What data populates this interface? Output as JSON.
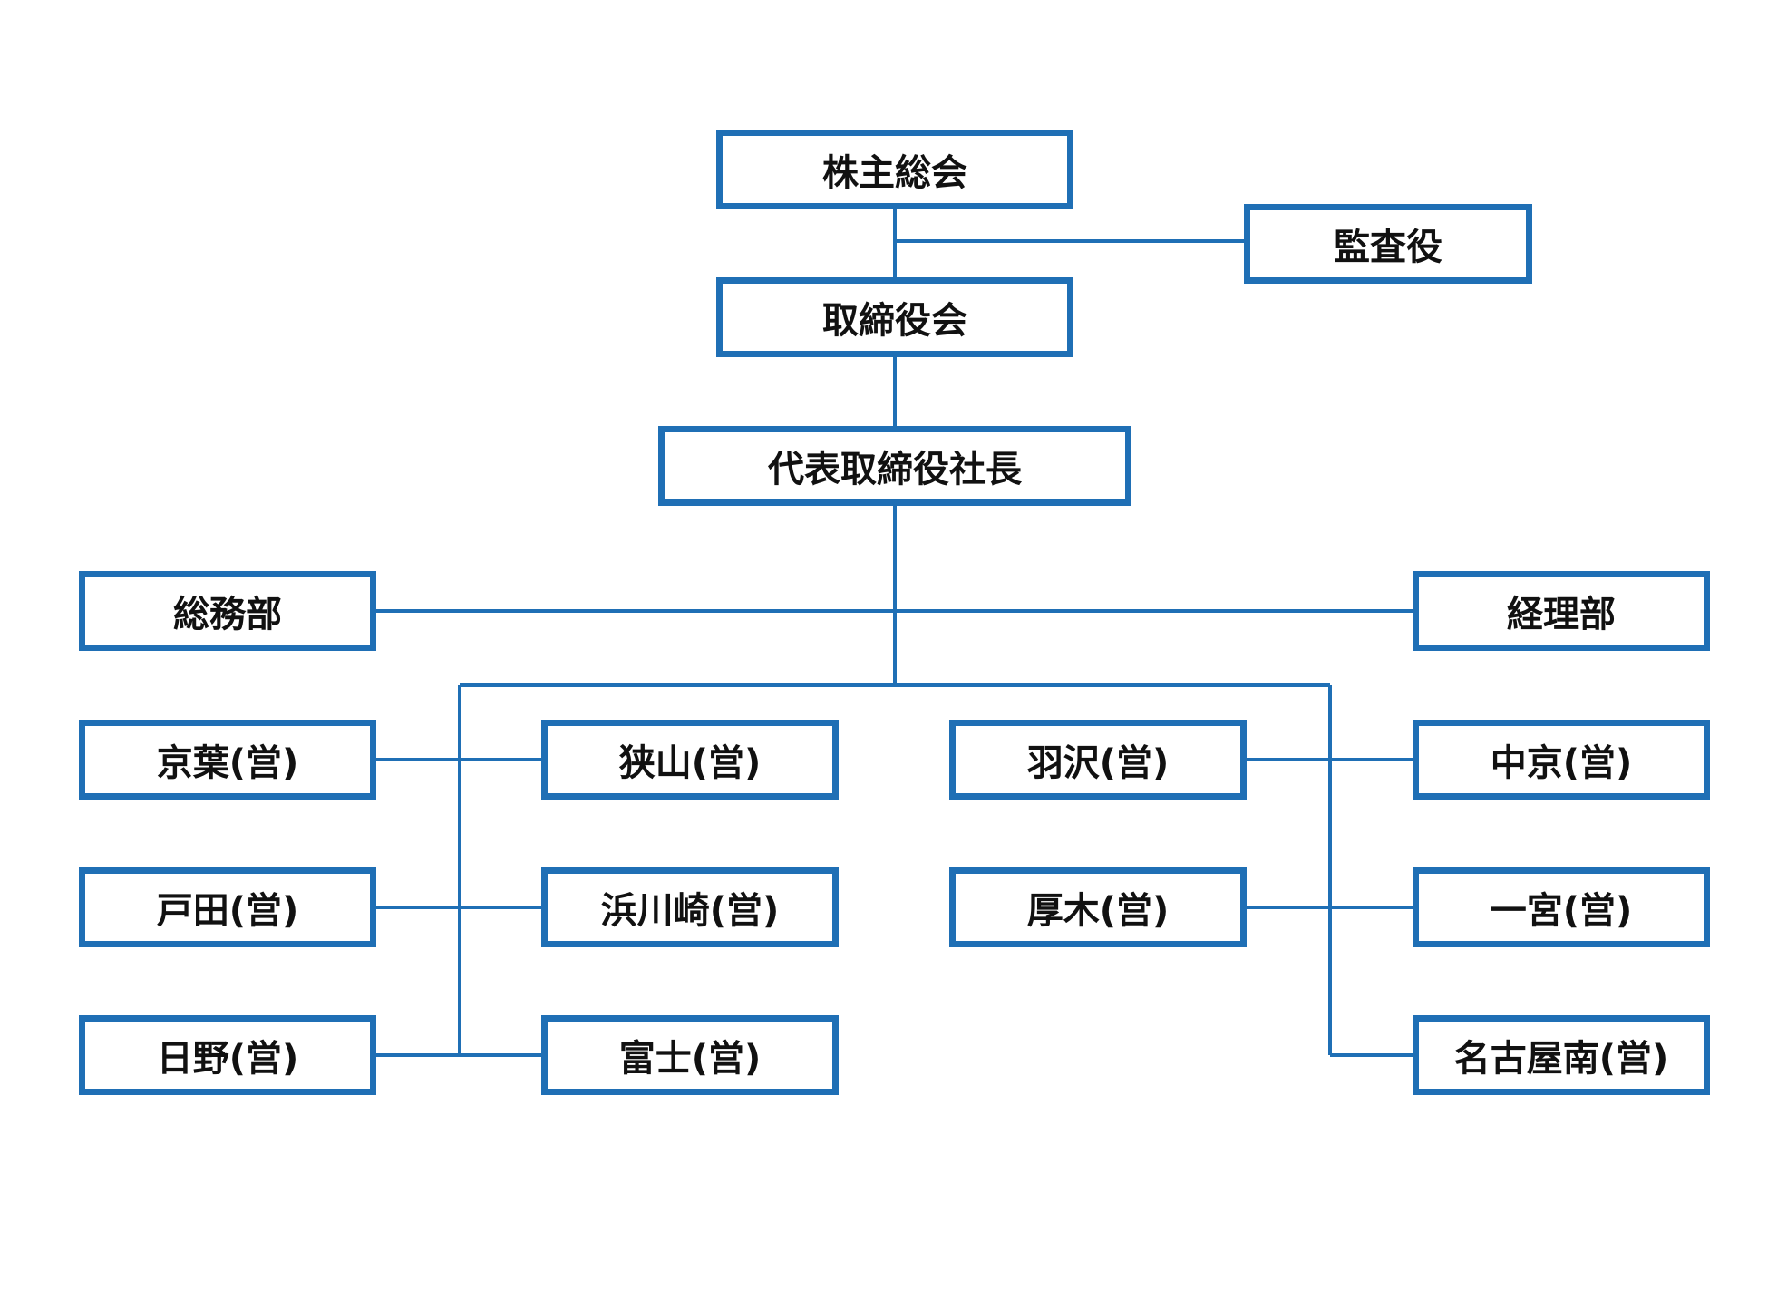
{
  "colors": {
    "box_border": "#1f6fb5",
    "line": "#1f6fb5",
    "text": "#111111"
  },
  "org": {
    "shareholders": "株主総会",
    "auditor": "監査役",
    "board": "取締役会",
    "president": "代表取締役社長",
    "general_affairs": "総務部",
    "accounting": "経理部",
    "offices": {
      "keiyo": "京葉(営)",
      "toda": "戸田(営)",
      "hino": "日野(営)",
      "sayama": "狭山(営)",
      "hamakawasaki": "浜川崎(営)",
      "fuji": "富士(営)",
      "hamura": "羽沢(営)",
      "atsugi": "厚木(営)",
      "chukyo": "中京(営)",
      "ichinomiya": "一宮(営)",
      "nagoyaminami": "名古屋南(営)"
    }
  }
}
